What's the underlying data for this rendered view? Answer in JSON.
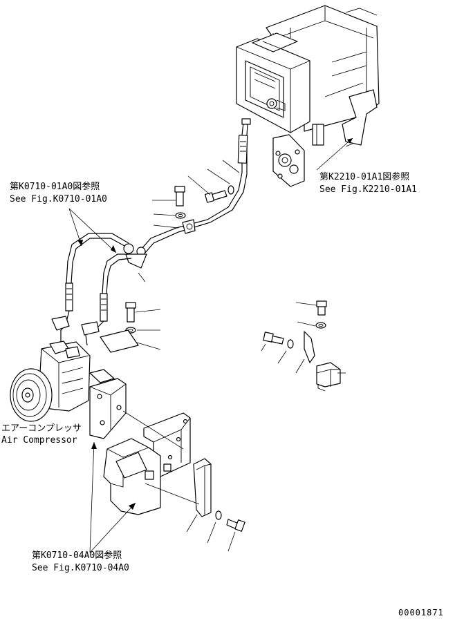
{
  "refs": {
    "k0710_01a0_jp": "第K0710-01A0図参照",
    "k0710_01a0_en": "See Fig.K0710-01A0",
    "k2210_01a1_jp": "第K2210-01A1図参照",
    "k2210_01a1_en": "See Fig.K2210-01A1",
    "k0710_04a0_jp": "第K0710-04A0図参照",
    "k0710_04a0_en": "See Fig.K0710-04A0"
  },
  "labels": {
    "compressor_jp": "エアーコンプレッサ",
    "compressor_en": "Air Compressor"
  },
  "footer": {
    "drawing_number": "00001871"
  }
}
